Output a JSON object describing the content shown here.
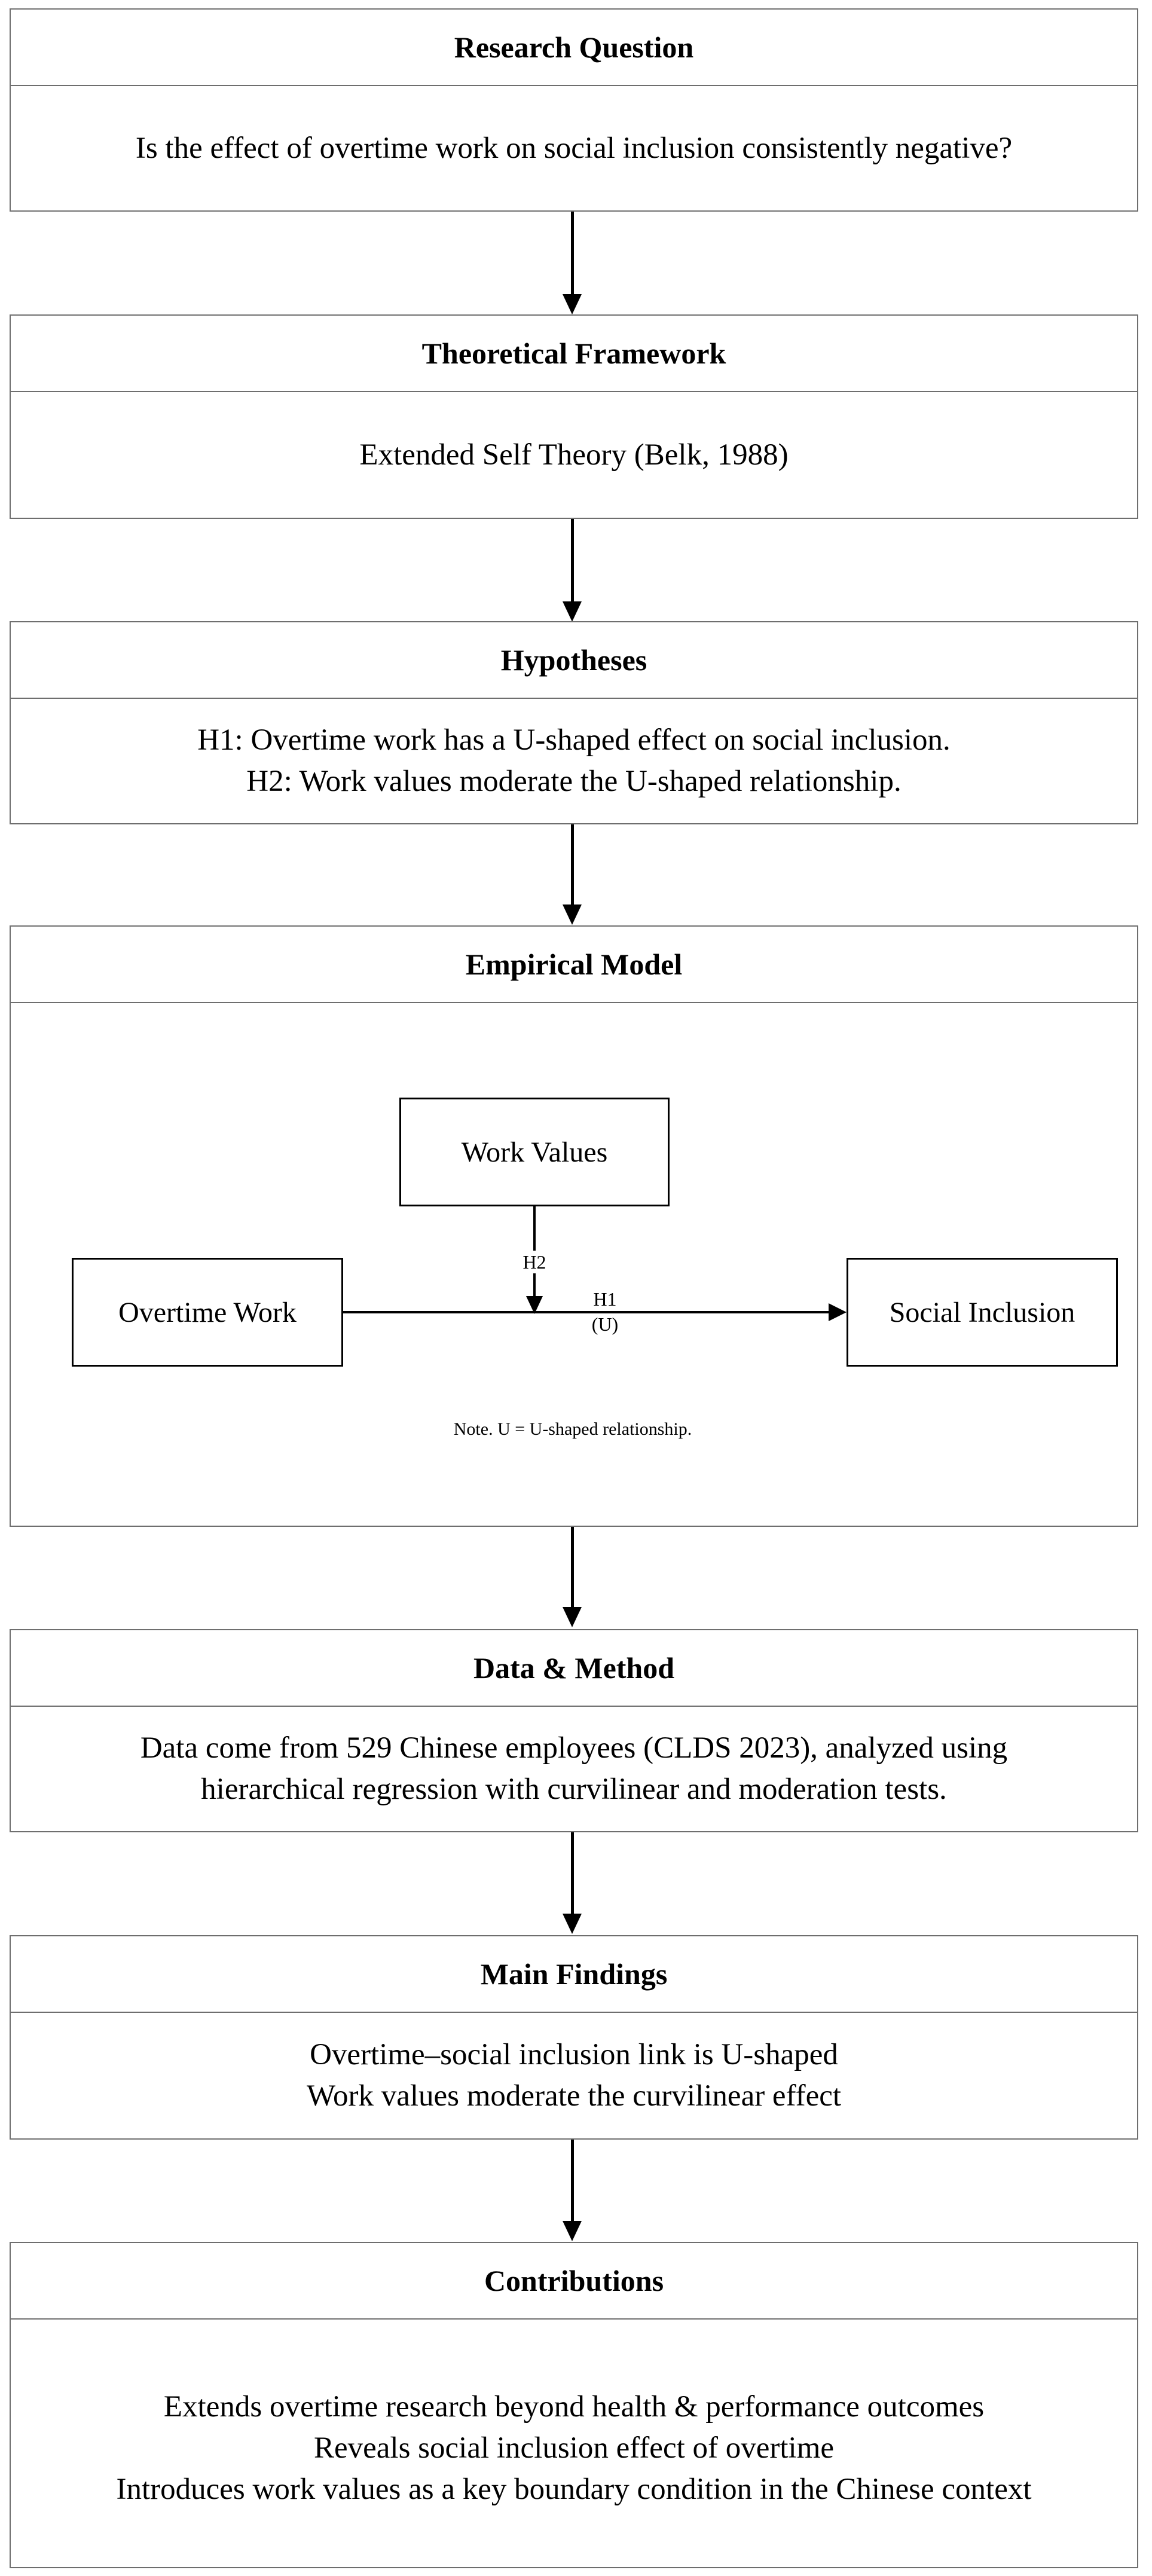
{
  "research_question": {
    "title": "Research Question",
    "text": "Is the effect of overtime work on social inclusion consistently negative?"
  },
  "theoretical_framework": {
    "title": "Theoretical Framework",
    "text": "Extended Self Theory (Belk, 1988)"
  },
  "hypotheses": {
    "title": "Hypotheses",
    "lines": [
      "H1: Overtime work has a U-shaped effect on social inclusion.",
      "H2: Work values moderate the U-shaped relationship."
    ]
  },
  "empirical_model": {
    "title": "Empirical Model",
    "work_values": "Work Values",
    "overtime_work": "Overtime Work",
    "social_inclusion": "Social Inclusion",
    "h2_label": "H2",
    "h1_label": "H1",
    "h1_sub": "(U)",
    "note": "Note. U = U-shaped relationship."
  },
  "data_method": {
    "title": "Data & Method",
    "lines": [
      "Data come from 529 Chinese employees (CLDS 2023), analyzed using",
      "hierarchical regression with curvilinear and moderation tests."
    ]
  },
  "main_findings": {
    "title": "Main Findings",
    "lines": [
      "Overtime–social inclusion link is U-shaped",
      "Work values moderate the curvilinear effect"
    ]
  },
  "contributions": {
    "title": "Contributions",
    "lines": [
      "Extends overtime research beyond health & performance outcomes",
      "Reveals social inclusion effect of overtime",
      "Introduces work values as a key boundary condition in the Chinese context"
    ]
  }
}
